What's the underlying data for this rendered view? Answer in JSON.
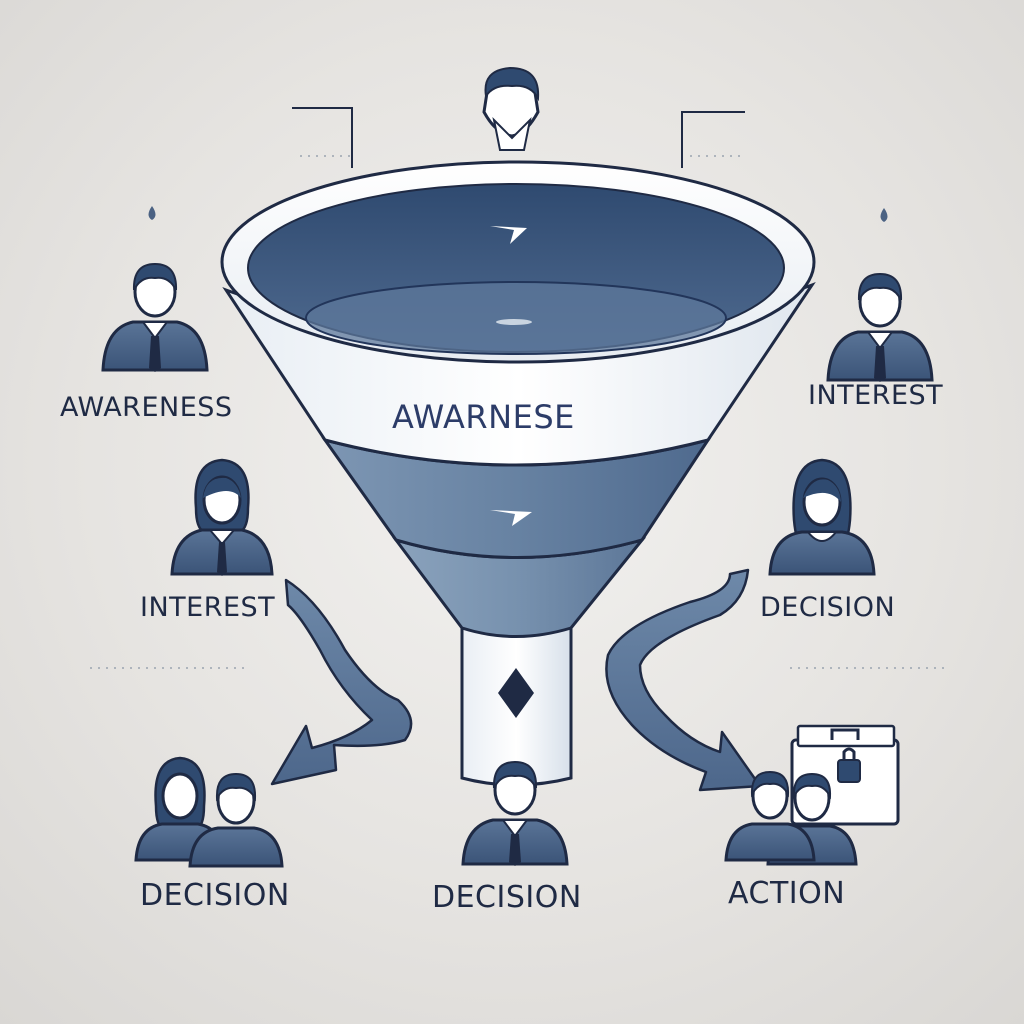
{
  "funnel_label": "AWARNESE",
  "labels": {
    "left_awareness": "AWARENESS",
    "right_interest": "INTEREST",
    "left_interest": "INTEREST",
    "right_decision": "DECISION",
    "bottom_left_decision": "DECISION",
    "bottom_center_decision": "DECISION",
    "bottom_right_action": "ACTION"
  },
  "icons": [
    "person-top-icon",
    "man-left-icon",
    "man-right-icon",
    "woman-left-icon",
    "woman-right-icon",
    "couple-left-icon",
    "man-bottom-center-icon",
    "couple-right-icon",
    "briefcase-icon",
    "arrow-left-icon",
    "arrow-right-icon",
    "arrowhead-top-icon",
    "arrowhead-mid-icon",
    "diamond-icon"
  ],
  "colors": {
    "background": "#e4e2df",
    "funnel_dark": "#3f5b7f",
    "funnel_mid": "#6c87a6",
    "funnel_light": "#8aa2bc",
    "outline": "#1f2a44",
    "label": "#1f2a44"
  }
}
